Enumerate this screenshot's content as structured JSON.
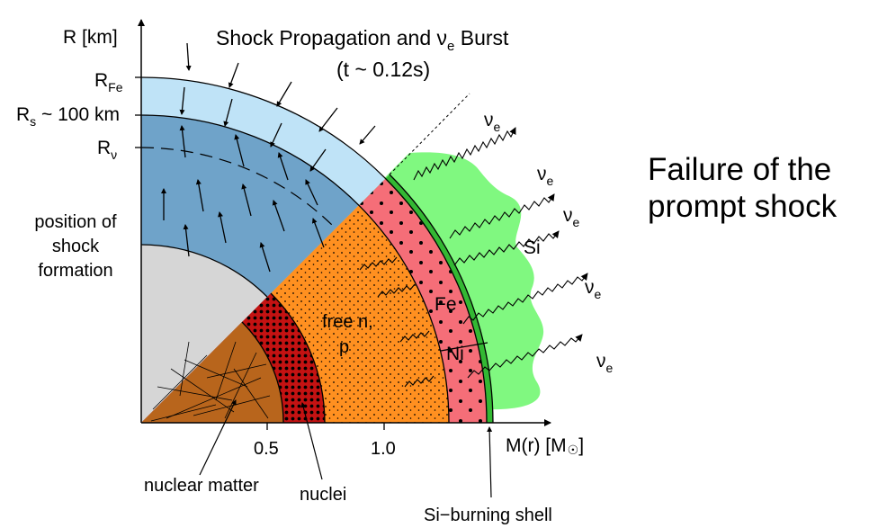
{
  "title": {
    "line1_main": "Shock Propagation and ",
    "nu": "ν",
    "nu_sub": "e",
    "line1_end": " Burst",
    "line2": "(t ~ 0.12s)"
  },
  "axes": {
    "y_label": "R [km]",
    "x_label": "M(r) [M",
    "x_label_end": "]",
    "x_ticks": [
      "0.5",
      "1.0"
    ]
  },
  "radius_labels": {
    "r_fe_main": "R",
    "r_fe_sub": "Fe",
    "r_s_main": "R",
    "r_s_sub": "s",
    "r_s_rest": " ~ 100 km",
    "r_nu_main": "R",
    "r_nu_sub": "ν"
  },
  "shock_formation": [
    "position of",
    "shock",
    "formation"
  ],
  "regions": {
    "free_line1": "free n,",
    "free_line2": "p",
    "fe": "Fe",
    "ni": "Ni",
    "si": "Si"
  },
  "neutrino": {
    "symbol": "ν",
    "sub": "e"
  },
  "callouts": {
    "nuclear_matter": "nuclear matter",
    "nuclei": "nuclei",
    "si_burning": "Si−burning shell"
  },
  "side_text": [
    "Failure of the",
    "prompt shock"
  ],
  "colors": {
    "light_blue": "#bfe3f7",
    "mid_blue": "#6fa3c9",
    "gray": "#d6d6d6",
    "orange": "#ff9020",
    "pink": "#f56e78",
    "dark_red": "#c41212",
    "brown": "#b8651c",
    "green": "#80f880",
    "shell_green": "#33b833"
  }
}
